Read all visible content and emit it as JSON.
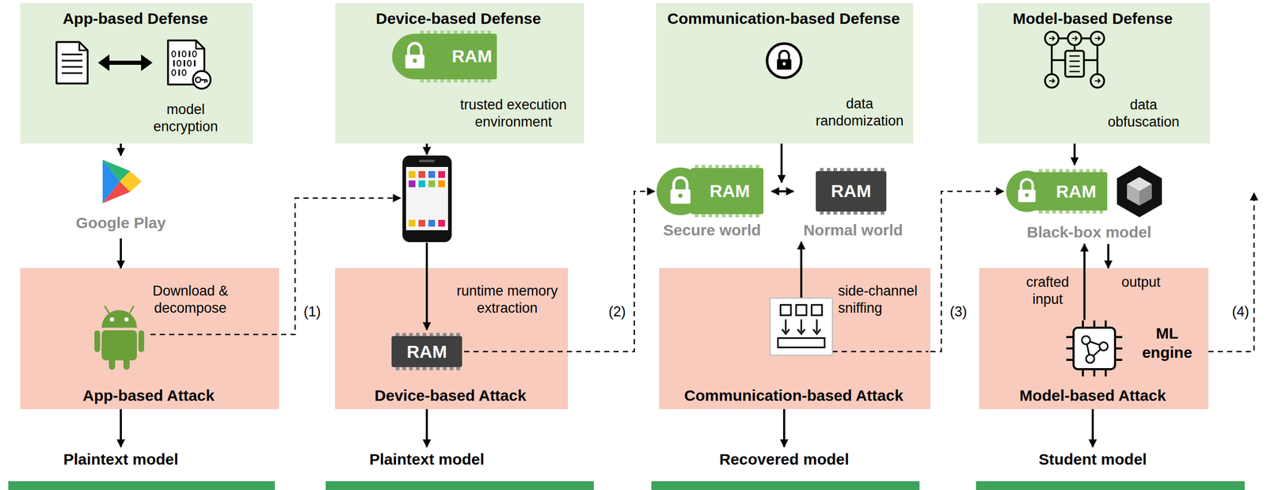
{
  "diagram": {
    "nodes": [
      {
        "text": [
          "App-based Defense",
          "model encryption"
        ]
      },
      {
        "text": [
          "Google Play"
        ]
      },
      {
        "text": [
          "Download & decompose",
          "App-based Attack"
        ]
      },
      {
        "text": [
          "Plaintext model"
        ]
      },
      {
        "text": [
          "Device-based Defense",
          "trusted execution environment"
        ]
      },
      {
        "text": [
          "RAM"
        ],
        "in": 4
      },
      {
        "text": [
          "runtime memory extraction",
          "Device-based Attack"
        ]
      },
      {
        "text": [
          "RAM"
        ],
        "in": 6
      },
      {
        "text": [
          "Plaintext model"
        ]
      },
      {
        "text": [
          "Communication-based Defense",
          "data randomization"
        ]
      },
      {
        "text": [
          "RAM",
          "Secure world"
        ]
      },
      {
        "text": [
          "RAM",
          "Normal world"
        ]
      },
      {
        "text": [
          "side-channel sniffing",
          "Communication-based Attack"
        ]
      },
      {
        "text": [
          "Recovered model"
        ]
      },
      {
        "text": [
          "Model-based Defense",
          "data obfuscation"
        ]
      },
      {
        "text": [
          "RAM",
          "Black-box model"
        ]
      },
      {
        "text": [
          "ML engine",
          "Model-based Attack"
        ]
      },
      {
        "text": [
          "Student model"
        ]
      }
    ],
    "edges": [
      {
        "from": 0,
        "to": 1,
        "arrow": "to"
      },
      {
        "from": 1,
        "to": 2,
        "arrow": "to"
      },
      {
        "from": 2,
        "to": 3,
        "arrow": "to"
      },
      {
        "from": 6,
        "to": 8,
        "arrow": "to"
      },
      {
        "from": 7,
        "to": 10,
        "label": "(2)",
        "arrow": "to"
      },
      {
        "from": 10,
        "to": 11,
        "arrow": "both"
      },
      {
        "from": 12,
        "to": 11,
        "arrow": "to"
      },
      {
        "from": 12,
        "to": 13,
        "arrow": "to"
      },
      {
        "from": 12,
        "to": 15,
        "label": "(3)",
        "arrow": "to"
      },
      {
        "from": 14,
        "to": 15,
        "arrow": "to"
      },
      {
        "from": 16,
        "to": 15,
        "label": "crafted input",
        "arrow": "to"
      },
      {
        "from": 15,
        "to": 16,
        "label": "output",
        "arrow": "to"
      },
      {
        "from": 16,
        "to": 17,
        "arrow": "to"
      }
    ],
    "labels": [
      "(1)",
      "(4)"
    ]
  }
}
